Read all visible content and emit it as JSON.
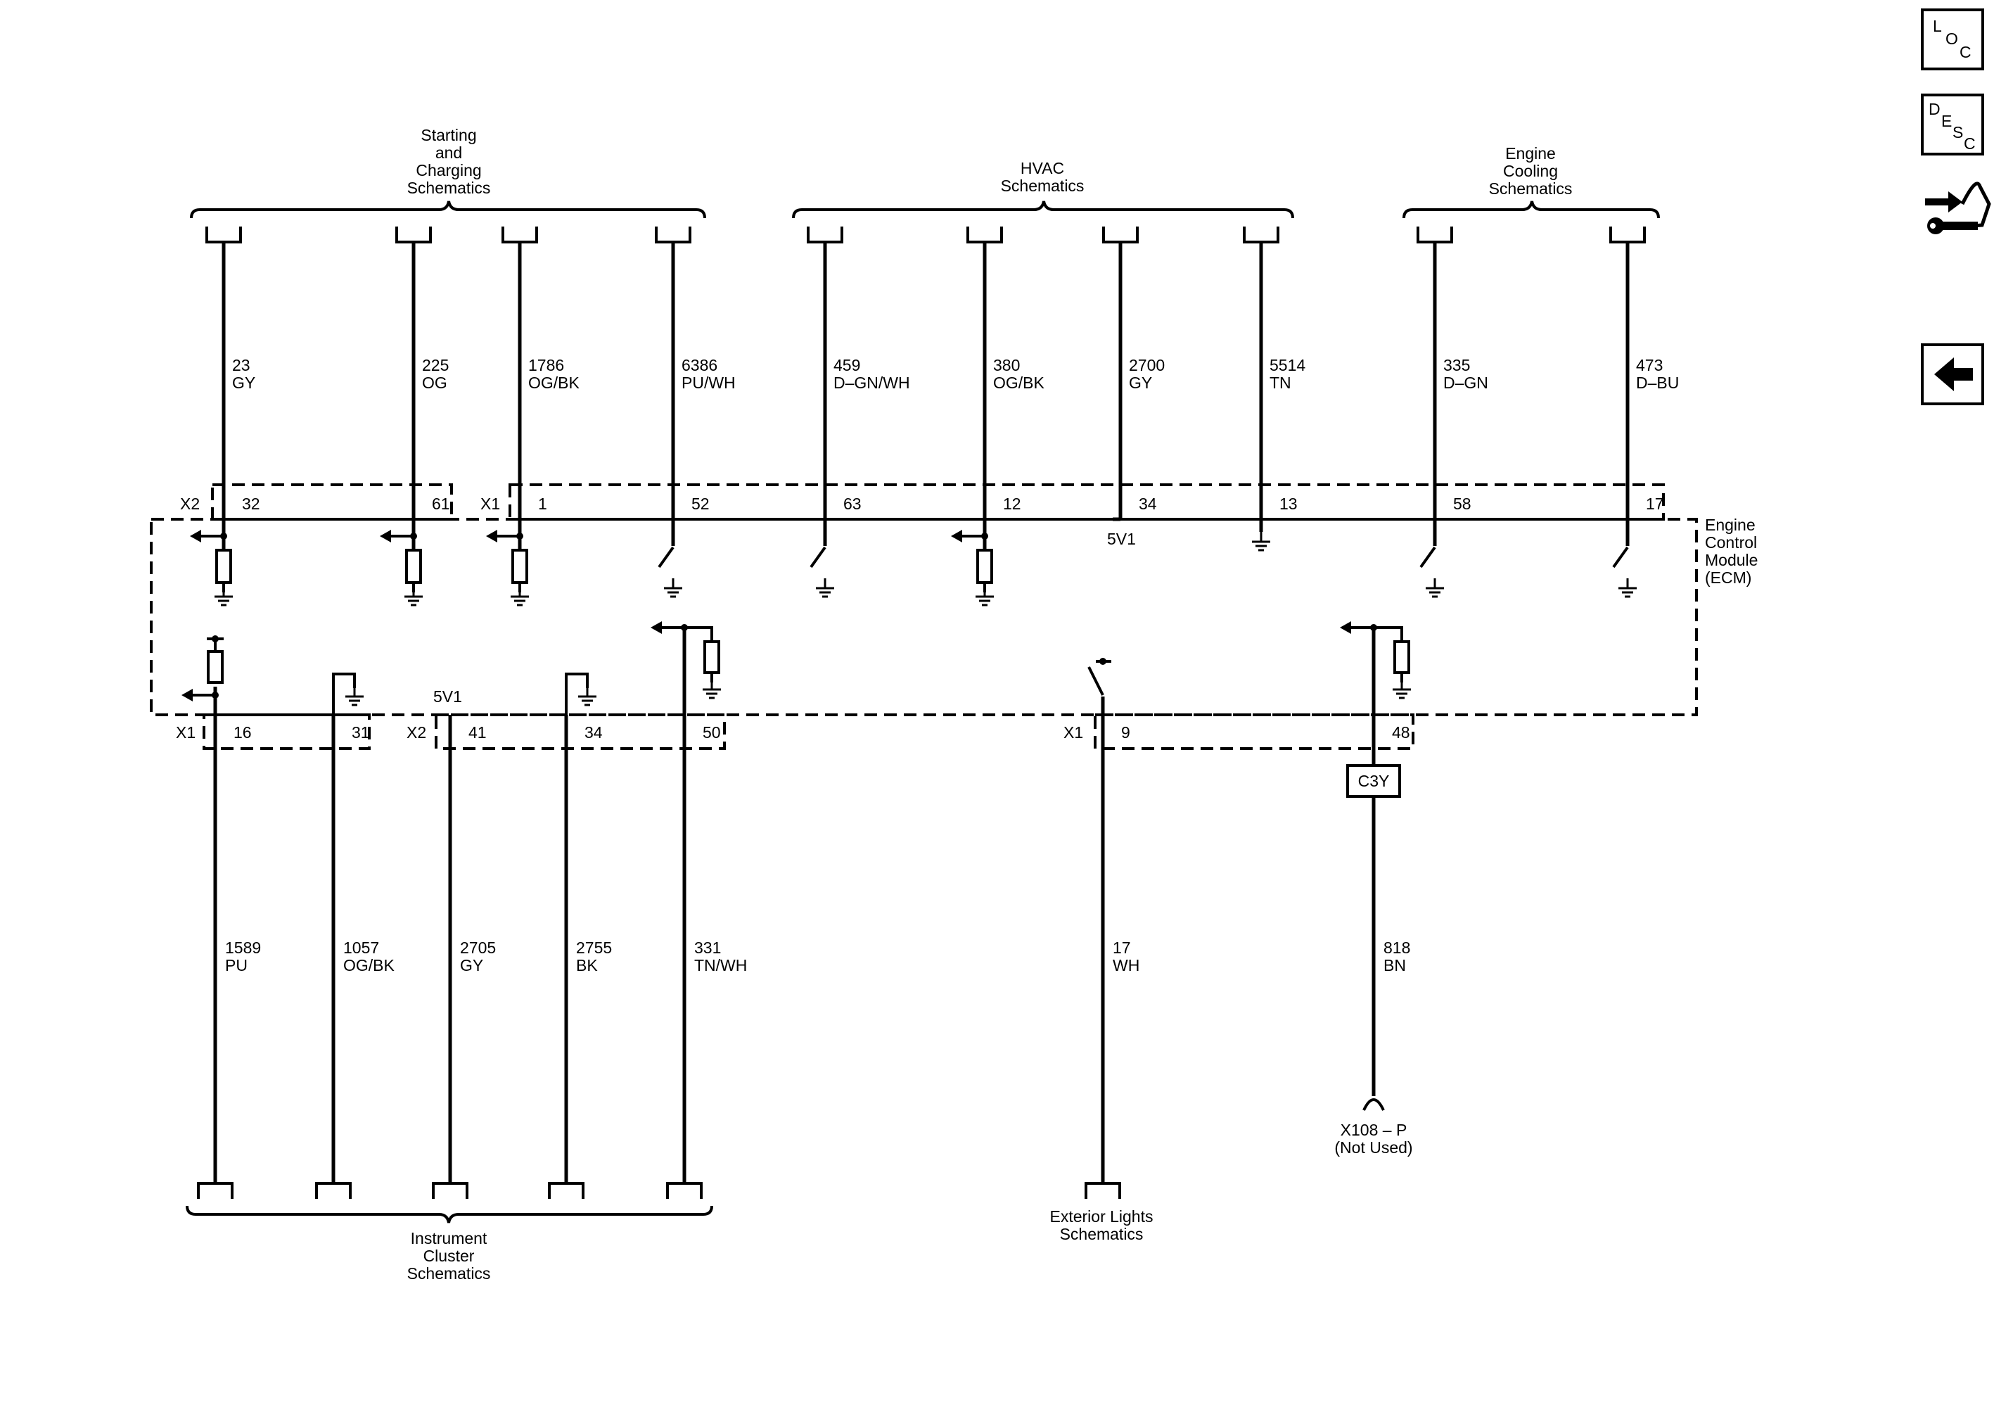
{
  "nav_icons": {
    "loc": {
      "l1": "L",
      "l2": "O",
      "l3": "C"
    },
    "desc": {
      "l1": "D",
      "l2": "E",
      "l3": "S",
      "l4": "C"
    }
  },
  "module": {
    "line1": "Engine",
    "line2": "Control",
    "line3": "Module",
    "line4": "(ECM)"
  },
  "top_groups": [
    {
      "lines": [
        "Starting",
        "and",
        "Charging",
        "Schematics"
      ]
    },
    {
      "lines": [
        "HVAC",
        "Schematics"
      ]
    },
    {
      "lines": [
        "Engine",
        "Cooling",
        "Schematics"
      ]
    }
  ],
  "bottom_groups": [
    {
      "lines": [
        "Instrument",
        "Cluster",
        "Schematics"
      ]
    },
    {
      "lines": [
        "Exterior Lights",
        "Schematics"
      ]
    }
  ],
  "connectors": {
    "top_x2": "X2",
    "top_x1": "X1",
    "bot_x1": "X1",
    "bot_x2": "X2",
    "bot_x1b": "X1"
  },
  "ref_5v1_top": "5V1",
  "ref_5v1_bottom": "5V1",
  "inline_connector": "C3Y",
  "unused_terminal": {
    "line1": "X108 – P",
    "line2": "(Not Used)"
  },
  "top_wires": [
    {
      "circuit": "23",
      "color": "GY",
      "pin": "32"
    },
    {
      "circuit": "225",
      "color": "OG",
      "pin": "61"
    },
    {
      "circuit": "1786",
      "color": "OG/BK",
      "pin": "1"
    },
    {
      "circuit": "6386",
      "color": "PU/WH",
      "pin": "52"
    },
    {
      "circuit": "459",
      "color": "D–GN/WH",
      "pin": "63"
    },
    {
      "circuit": "380",
      "color": "OG/BK",
      "pin": "12"
    },
    {
      "circuit": "2700",
      "color": "GY",
      "pin": "34"
    },
    {
      "circuit": "5514",
      "color": "TN",
      "pin": "13"
    },
    {
      "circuit": "335",
      "color": "D–GN",
      "pin": "58"
    },
    {
      "circuit": "473",
      "color": "D–BU",
      "pin": "17"
    }
  ],
  "bottom_wires": [
    {
      "circuit": "1589",
      "color": "PU",
      "pin": "16"
    },
    {
      "circuit": "1057",
      "color": "OG/BK",
      "pin": "31"
    },
    {
      "circuit": "2705",
      "color": "GY",
      "pin": "41"
    },
    {
      "circuit": "2755",
      "color": "BK",
      "pin": "34"
    },
    {
      "circuit": "331",
      "color": "TN/WH",
      "pin": "50"
    },
    {
      "circuit": "17",
      "color": "WH",
      "pin": "9"
    },
    {
      "circuit": "818",
      "color": "BN",
      "pin": "48"
    }
  ]
}
